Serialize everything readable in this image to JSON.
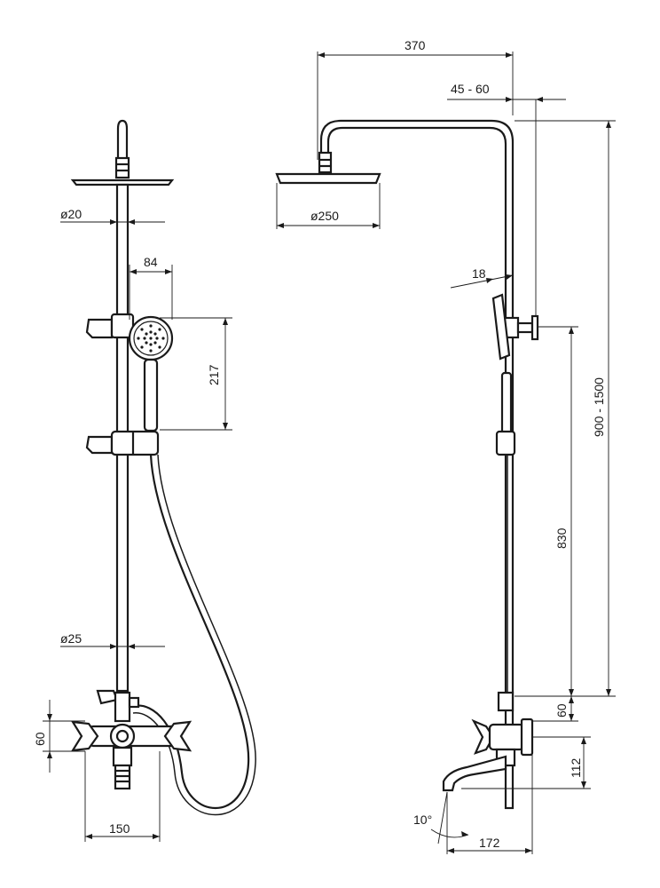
{
  "labels": {
    "d20": "ø20",
    "d84": "84",
    "d217": "217",
    "d25": "ø25",
    "d60_left": "60",
    "d150": "150",
    "d370": "370",
    "d45_60": "45 - 60",
    "d250": "ø250",
    "d18": "18",
    "d900_1500": "900 - 1500",
    "d830": "830",
    "d60_right": "60",
    "d112": "112",
    "d10": "10°",
    "d172": "172"
  }
}
